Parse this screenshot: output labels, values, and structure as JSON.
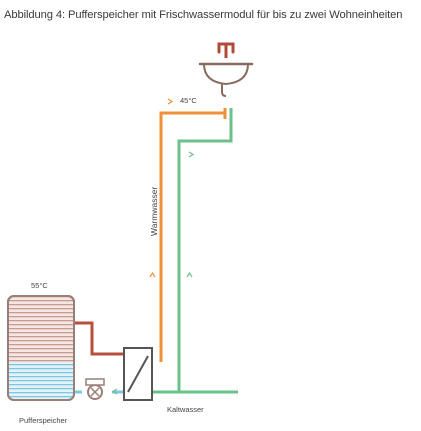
{
  "caption": "Abbildung 4: Pufferspeicher mit Frischwassermodul für bis zu zwei Wohneinheiten",
  "labels": {
    "hot_temp": "45°C",
    "tank_temp": "55°C",
    "warm_water": "Warmwasser",
    "cold_water": "Kaltwasser",
    "tank": "Pufferspeicher"
  },
  "colors": {
    "warm_pipe": "#f0903a",
    "cold_pipe": "#6cc08a",
    "heating_pipe": "#b84f3c",
    "tank_outline": "#9a7e78",
    "tank_fill_hot": "#efd9d4",
    "tank_fill_cold": "#c9e9f4",
    "exchanger": "#555555",
    "pump": "#9a7e78",
    "sink": "#8a5a4a"
  },
  "icons": {
    "sink": "wash-basin-icon",
    "pump": "circulation-pump-icon",
    "exchanger": "heat-exchanger-icon",
    "arrow": "flow-arrow-icon"
  }
}
